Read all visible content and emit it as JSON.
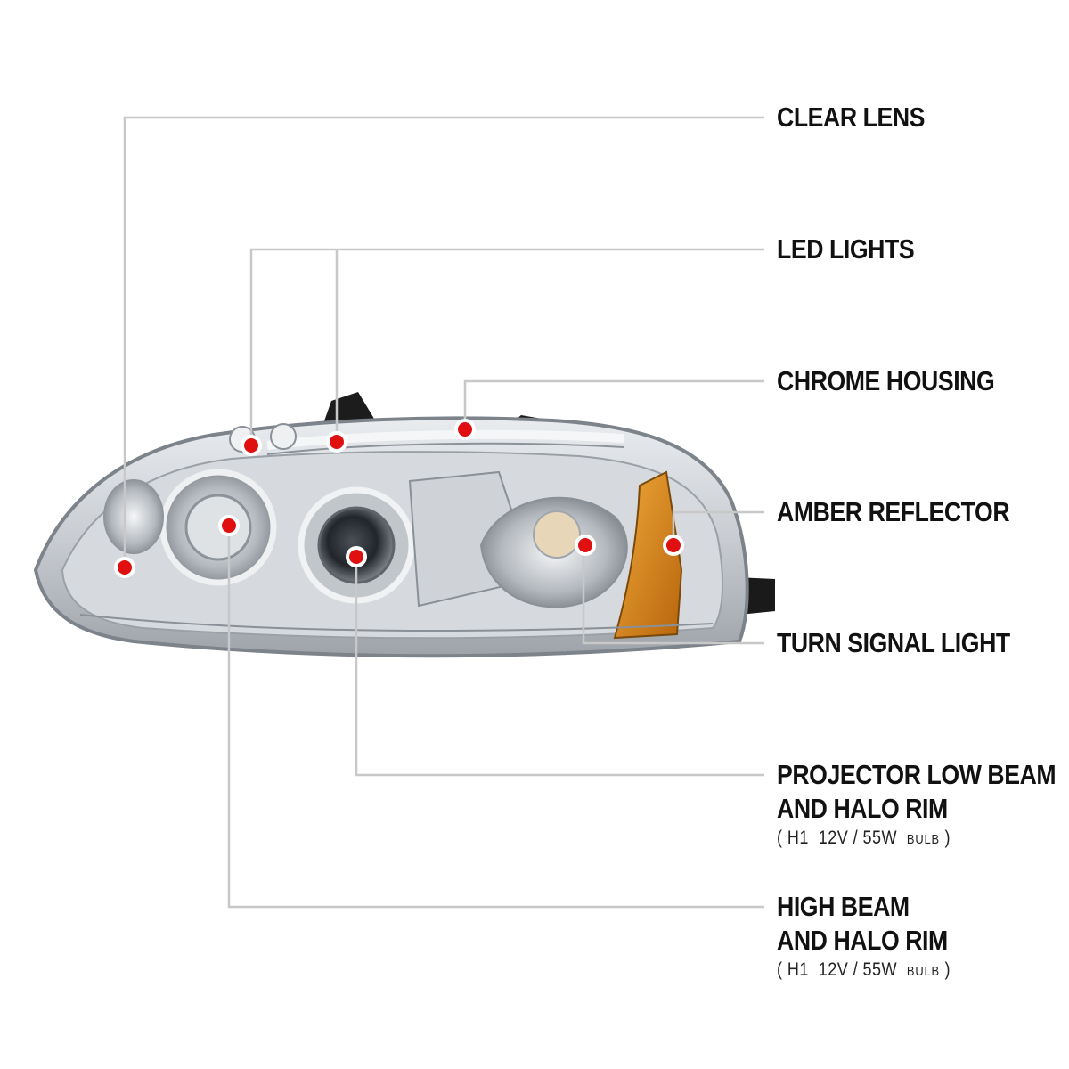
{
  "callouts": [
    {
      "id": "clear-lens",
      "title": "CLEAR LENS"
    },
    {
      "id": "led-lights",
      "title": "LED LIGHTS"
    },
    {
      "id": "chrome-housing",
      "title": "CHROME HOUSING"
    },
    {
      "id": "amber-reflector",
      "title": "AMBER REFLECTOR"
    },
    {
      "id": "turn-signal-light",
      "title": "TURN SIGNAL LIGHT"
    },
    {
      "id": "projector-low-beam",
      "title": "PROJECTOR LOW BEAM",
      "title2": "AND HALO RIM",
      "bulb_type": "H1",
      "bulb_spec": "12V / 55W",
      "bulb_word": "BULB"
    },
    {
      "id": "high-beam",
      "title": "HIGH BEAM",
      "title2": "AND HALO RIM",
      "bulb_type": "H1",
      "bulb_spec": "12V / 55W",
      "bulb_word": "BULB"
    }
  ],
  "colors": {
    "leader_line": "#c8c8c8",
    "marker_dot": "#e01010",
    "amber": "#d98a1a",
    "chrome": "#b8bcc2"
  }
}
